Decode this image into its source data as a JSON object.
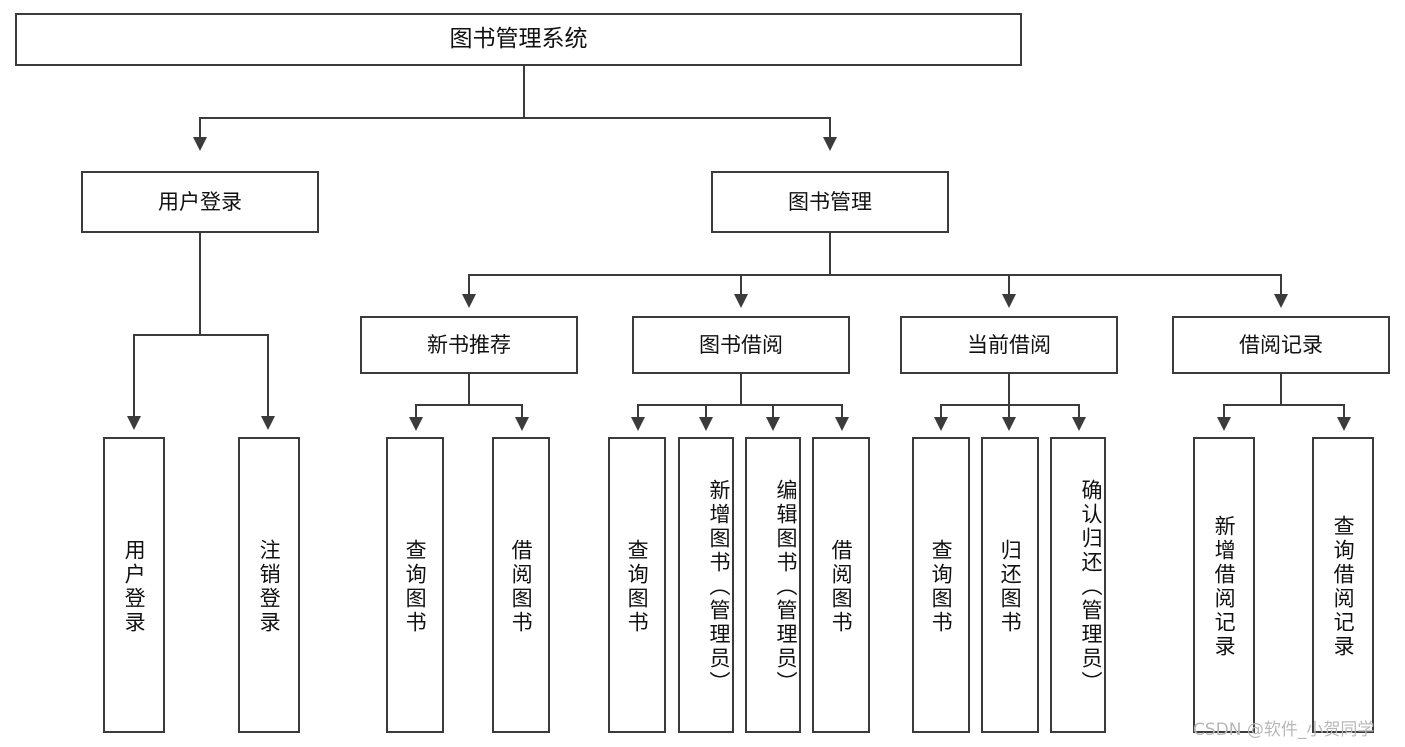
{
  "diagram": {
    "title": "图书管理系统",
    "root": {
      "label": "图书管理系统"
    },
    "level2": [
      {
        "label": "用户登录"
      },
      {
        "label": "图书管理"
      }
    ],
    "level3": [
      {
        "label": "新书推荐"
      },
      {
        "label": "图书借阅"
      },
      {
        "label": "当前借阅"
      },
      {
        "label": "借阅记录"
      }
    ],
    "leaves": {
      "user_login": [
        {
          "label": "用户登录"
        },
        {
          "label": "注销登录"
        }
      ],
      "new_book_recommend": [
        {
          "label": "查询图书"
        },
        {
          "label": "借阅图书"
        }
      ],
      "book_borrow": [
        {
          "label": "查询图书"
        },
        {
          "label": "新增图书（管理员）"
        },
        {
          "label": "编辑图书（管理员）"
        },
        {
          "label": "借阅图书"
        }
      ],
      "current_borrow": [
        {
          "label": "查询图书"
        },
        {
          "label": "归还图书"
        },
        {
          "label": "确认归还（管理员）"
        }
      ],
      "borrow_record": [
        {
          "label": "新增借阅记录"
        },
        {
          "label": "查询借阅记录"
        }
      ]
    },
    "watermark": "CSDN @软件_小贺同学",
    "colors": {
      "stroke": "#3b3b3b",
      "background": "#ffffff",
      "text": "#111111",
      "watermark": "#b8b8b8"
    }
  }
}
